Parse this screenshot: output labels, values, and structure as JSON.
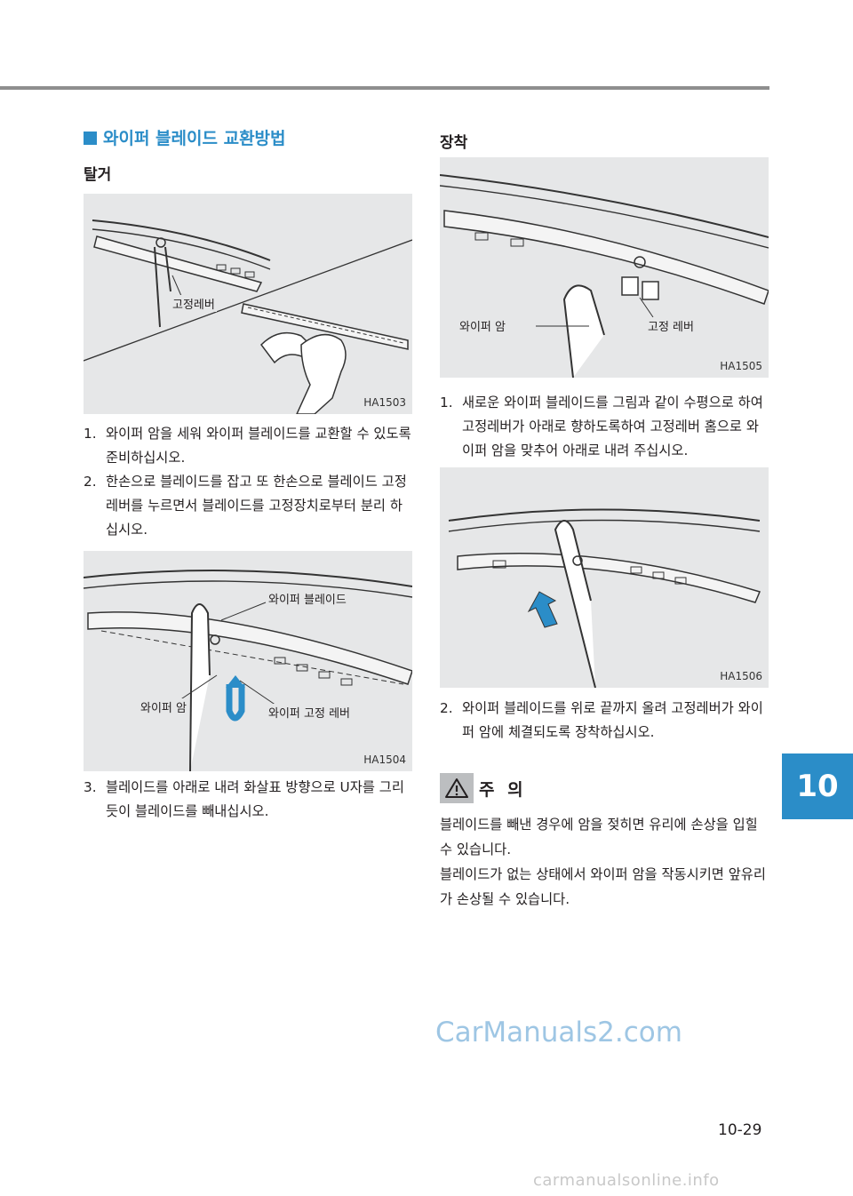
{
  "section": {
    "title": "와이퍼 블레이드 교환방법"
  },
  "removal": {
    "heading": "탈거",
    "figures": [
      {
        "code": "HA1503",
        "callouts": [
          "고정레버"
        ]
      },
      {
        "code": "HA1504",
        "callouts": [
          "와이퍼 블레이드",
          "와이퍼 암",
          "와이퍼 고정 레버"
        ]
      }
    ],
    "steps": [
      {
        "num": "1.",
        "text": "와이퍼 암을 세워 와이퍼 블레이드를 교환할 수 있도록 준비하십시오."
      },
      {
        "num": "2.",
        "text": "한손으로 블레이드를 잡고 또 한손으로 블레이드 고정레버를 누르면서 블레이드를 고정장치로부터 분리 하십시오."
      },
      {
        "num": "3.",
        "text": "블레이드를 아래로 내려 화살표 방향으로 U자를 그리듯이 블레이드를 빼내십시오."
      }
    ]
  },
  "installation": {
    "heading": "장착",
    "figures": [
      {
        "code": "HA1505",
        "callouts": [
          "와이퍼 암",
          "고정 레버"
        ]
      },
      {
        "code": "HA1506",
        "callouts": []
      }
    ],
    "steps": [
      {
        "num": "1.",
        "text": "새로운 와이퍼 블레이드를 그림과 같이 수평으로 하여 고정레버가 아래로 향하도록하여 고정레버 홈으로 와이퍼 암을 맞추어 아래로 내려 주십시오."
      },
      {
        "num": "2.",
        "text": "와이퍼 블레이드를 위로 끝까지 올려 고정레버가 와이퍼 암에 체결되도록 장착하십시오."
      }
    ]
  },
  "caution": {
    "icon": "warning-triangle-icon",
    "title": "주 의",
    "paragraphs": [
      "블레이드를 빼낸 경우에 암을 젖히면 유리에 손상을 입힐 수 있습니다.",
      "블레이드가 없는 상태에서 와이퍼 암을 작동시키면 앞유리가 손상될 수 있습니다."
    ]
  },
  "chapter_tab": "10",
  "page_number": "10-29",
  "watermark": "CarManuals2.com",
  "footer_site": "carmanualsonline.info",
  "colors": {
    "accent": "#2b8dc8",
    "figure_bg": "#e6e7e8",
    "rule": "#8e8e8e"
  }
}
